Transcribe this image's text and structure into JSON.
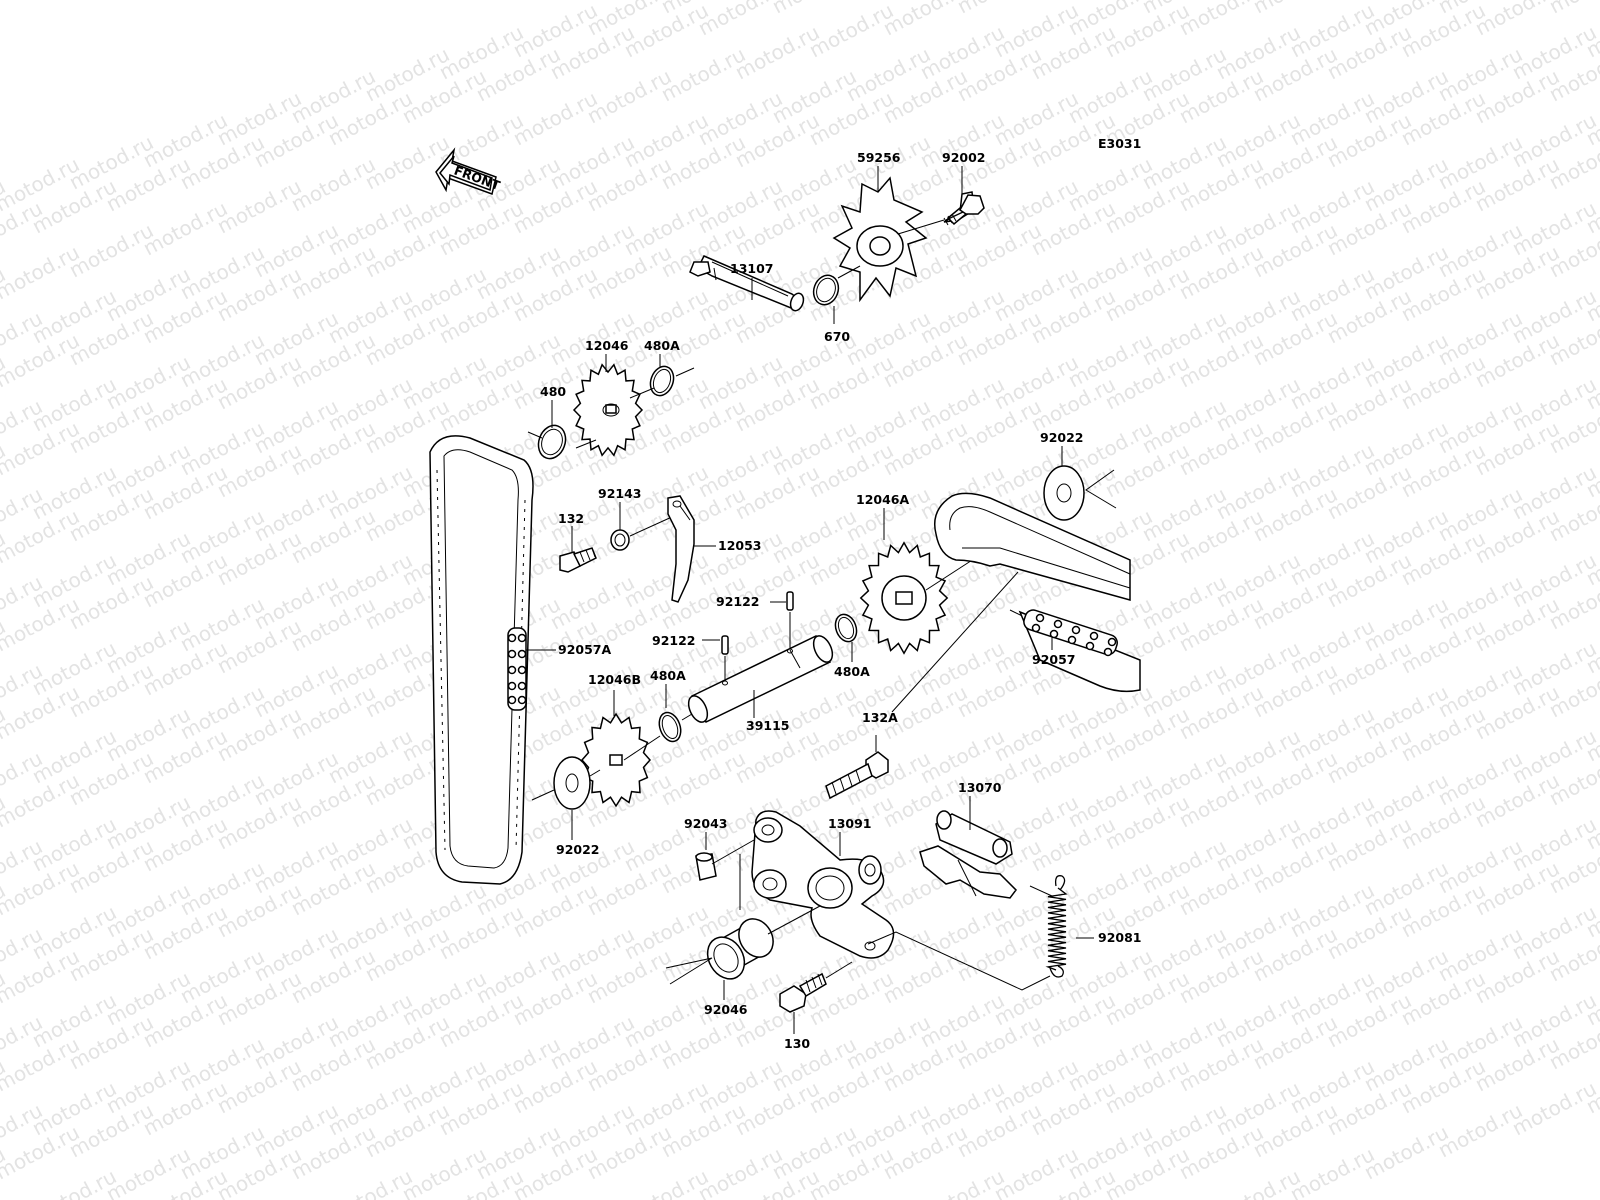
{
  "diagram_code": "E3031",
  "front_arrow_label": "FRONT",
  "watermark_text": "motod.ru",
  "colors": {
    "ink": "#000000",
    "background": "#ffffff",
    "watermark": "#e3e3e3"
  },
  "callouts": {
    "c59256": "59256",
    "c92002": "92002",
    "c13107": "13107",
    "c670": "670",
    "c12046": "12046",
    "c480A_top": "480A",
    "c480": "480",
    "c92022_right": "92022",
    "c92143": "92143",
    "c132": "132",
    "c12053": "12053",
    "c12046A": "12046A",
    "c92122_a": "92122",
    "c92122_b": "92122",
    "c92057A": "92057A",
    "c12046B": "12046B",
    "c480A_mid": "480A",
    "c480A_right": "480A",
    "c92057": "92057",
    "c39115": "39115",
    "c132A": "132A",
    "c92022_left": "92022",
    "c13070": "13070",
    "c92043": "92043",
    "c13091": "13091",
    "c92081": "92081",
    "c92046": "92046",
    "c130": "130"
  }
}
